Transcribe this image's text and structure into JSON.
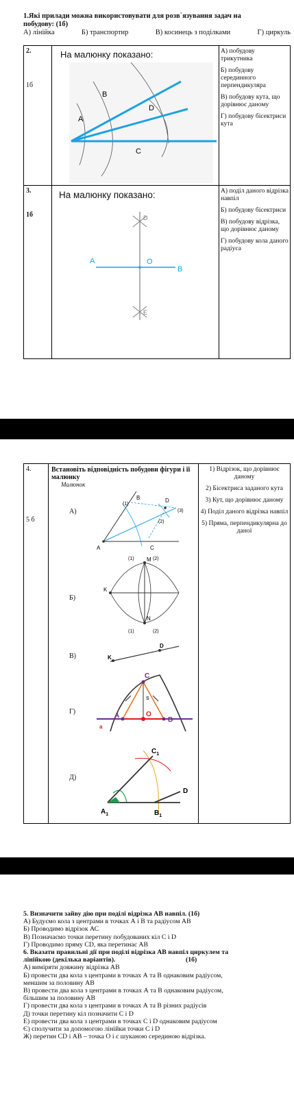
{
  "q1": {
    "title": "1.Які прилади можна використовувати для розв`язування задач на",
    "title2": "побудову: (1б)",
    "options": [
      "А) лінійка",
      "Б) транспортир",
      "В) косинець з поділками",
      "Г) циркуль"
    ]
  },
  "q2": {
    "number": "2.",
    "points": "1б",
    "heading": "На малюнку показано:",
    "labels": {
      "A": "A",
      "B": "B",
      "C": "C",
      "D": "D"
    },
    "options": [
      "А) побудову трикутника",
      "Б) побудову серединного перпендикуляра",
      "В) побудову кута, що дорівнює даному",
      "Г) побудову бісектриси кута"
    ]
  },
  "q3": {
    "number": "3.",
    "points": "1б",
    "heading": "На малюнку показано:",
    "labels": {
      "A": "A",
      "O": "O",
      "B": "B",
      "D": "D",
      "E": "E"
    },
    "options": [
      "А) поділ даного відрізка навпіл",
      "Б) побудову бісектриси",
      "В) побудову відрізка, що дорівнює даному",
      "Г) побудову кола даного радіуса"
    ]
  },
  "q4": {
    "number": "4.",
    "points": "5 б",
    "heading": "Встановіть відповідність побудови фігури і її малюнку",
    "subheading": "Малюнок",
    "rows": [
      "А)",
      "Б)",
      "В)",
      "Г)",
      "Д)"
    ],
    "options": [
      "1) Відрізок, що дорівнює даному",
      "2) Бісектриса заданого кута",
      "3) Кут, що дорівнює даному",
      "4) Поділ даного відрізка навпіл",
      "5) Пряма, перпендикулярна до даної"
    ],
    "figA": {
      "A": "A",
      "B": "B",
      "C": "C",
      "D": "D",
      "m1": "(1)",
      "m2": "(2)",
      "m3": "(3)"
    },
    "figB": {
      "K": "K",
      "M": "M",
      "N": "N",
      "m1": "(1)",
      "m2": "(2)",
      "m1b": "(1)",
      "m2b": "(2)"
    },
    "figV": {
      "K": "K",
      "D": "D"
    },
    "figG": {
      "A": "A",
      "B": "B",
      "C": "C",
      "O": "O",
      "a": "a",
      "S": "S"
    },
    "figD": {
      "C1": "C",
      "D": "D",
      "A1": "A",
      "B1": "B",
      "sub": "1"
    }
  },
  "q5": {
    "title": "5. Визначити зайву дію при поділі відрізка АВ навпіл.  (1б)",
    "items": [
      "А) Будуємо кола з центрами в точках А і В та радіусом АВ",
      "Б) Проводимо відрізок АС",
      "В) Позначаємо точки перетину побудованих кіл С і D",
      "Г) Проводимо пряму CD, яка перетинає АВ"
    ]
  },
  "q6": {
    "title": "6. Вказати правильні дії при поділі відрізка АВ навпіл циркулем та",
    "title2": "лінійкою (декілька варіантів).",
    "points": "(1б)",
    "items": [
      "А) виміряти довжину відрізка АВ",
      "Б) провести два кола з центрами в точках А та В однаковим радіусом,",
      "меншим за половину АВ",
      "В) провести два кола з центрами в точках А та В однаковим радіусом,",
      "більшим за половину АВ",
      "Г) провести два кола з центрами в точках А та В різних радіусів",
      "Д) точки перетину кіл позначити С і D",
      "Е) провести два кола з центрами в точках С і D однаковим радіусом",
      "Є) сполучити за допомогою лінійки точки С і D",
      "Ж) перетин CD і AB – точка O і є шуканою серединою відрізка."
    ]
  }
}
